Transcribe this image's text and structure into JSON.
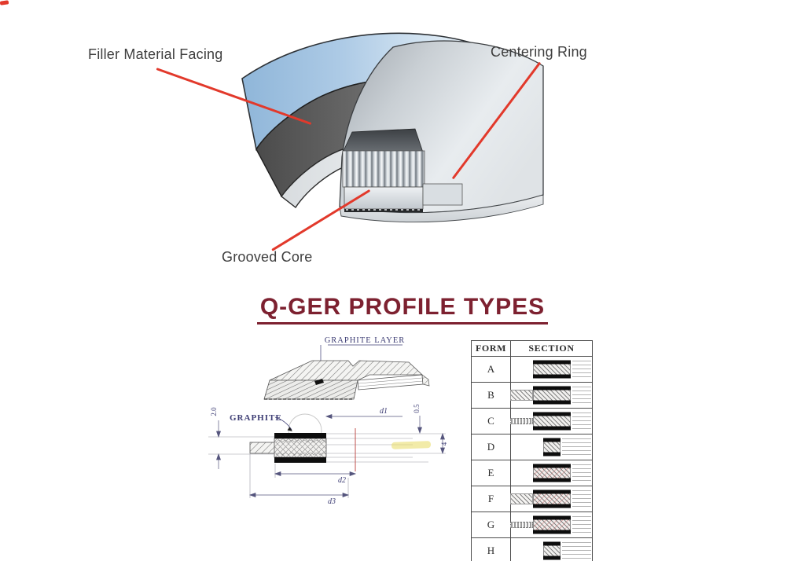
{
  "gasket_diagram": {
    "callouts": {
      "filler": "Filler Material Facing",
      "centering": "Centering Ring",
      "grooved": "Grooved Core"
    }
  },
  "section_title": "Q-GER PROFILE TYPES",
  "profile_drawing": {
    "iso_label": "GRAPHITE LAYER",
    "section_label": "GRAPHITE",
    "dimensions": {
      "facing_thickness": "2.0",
      "d1": "d1",
      "d2": "d2",
      "d3": "d3",
      "layer_thickness": "0.5",
      "core_height": "4"
    }
  },
  "profile_table": {
    "header_form": "FORM",
    "header_section": "SECTION",
    "rows": [
      {
        "form": "A",
        "variant": "wide",
        "accent": "false"
      },
      {
        "form": "B",
        "variant": "tongue",
        "accent": "false"
      },
      {
        "form": "C",
        "variant": "tongue-dotted",
        "accent": "false"
      },
      {
        "form": "D",
        "variant": "narrow",
        "accent": "false"
      },
      {
        "form": "E",
        "variant": "wide",
        "accent": "true"
      },
      {
        "form": "F",
        "variant": "tongue",
        "accent": "true"
      },
      {
        "form": "G",
        "variant": "tongue-dotted",
        "accent": "true"
      },
      {
        "form": "H",
        "variant": "narrow",
        "accent": "false"
      }
    ]
  },
  "colors": {
    "leader_red": "#e2392b",
    "title_maroon": "#7d2130",
    "drawing_navy": "#3d3d74",
    "steel_blue": "#9dc0de"
  }
}
